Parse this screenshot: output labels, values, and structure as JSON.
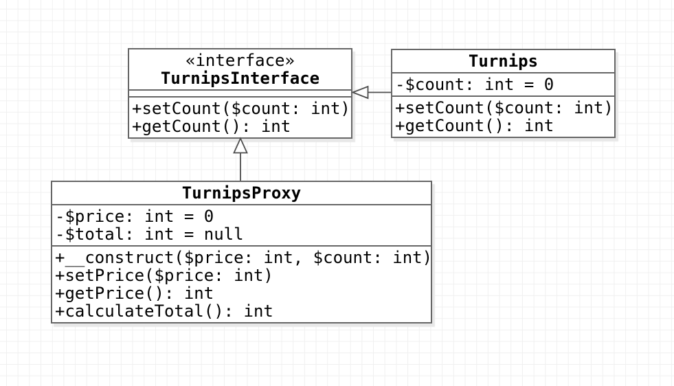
{
  "diagram": {
    "type": "uml-class-diagram",
    "classes": [
      {
        "name": "TurnipsInterface",
        "stereotype": "«interface»",
        "attributes": [],
        "methods": [
          "+setCount($count: int)",
          "+getCount(): int"
        ]
      },
      {
        "name": "Turnips",
        "stereotype": null,
        "attributes": [
          "-$count: int = 0"
        ],
        "methods": [
          "+setCount($count: int)",
          "+getCount(): int"
        ]
      },
      {
        "name": "TurnipsProxy",
        "stereotype": null,
        "attributes": [
          "-$price: int = 0",
          "-$total: int = null"
        ],
        "methods": [
          "+__construct($price: int, $count: int)",
          "+setPrice($price: int)",
          "+getPrice(): int",
          "+calculateTotal(): int"
        ]
      }
    ],
    "relationships": [
      {
        "from": "Turnips",
        "to": "TurnipsInterface",
        "line": "solid",
        "arrowhead": "hollow-triangle"
      },
      {
        "from": "TurnipsProxy",
        "to": "TurnipsInterface",
        "line": "solid",
        "arrowhead": "hollow-triangle"
      }
    ],
    "colors": {
      "border": "#666666",
      "connector": "#4d4d4d",
      "text": "#000000",
      "canvas_bg": "#ffffff",
      "box_bg": "#ffffff",
      "grid_line": "#f0f0f0",
      "shadow": "#e8e8e8"
    }
  }
}
